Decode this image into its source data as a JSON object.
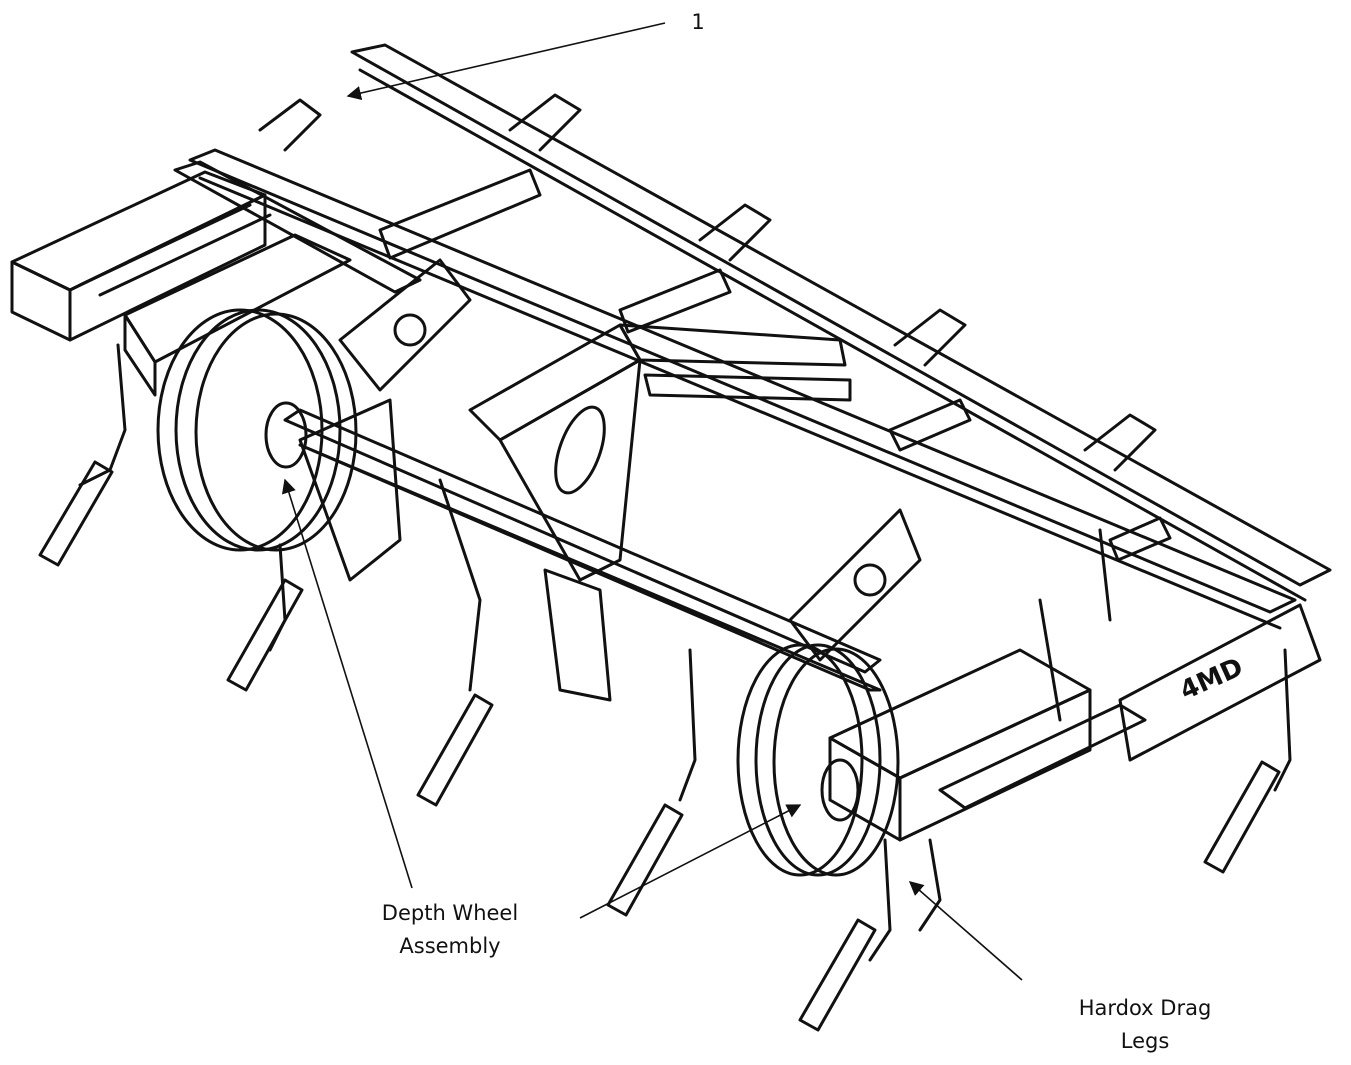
{
  "labels": {
    "callout_number": "1",
    "depth_wheel": {
      "line1": "Depth Wheel",
      "line2": "Assembly"
    },
    "hardox": {
      "line1": "Hardox Drag",
      "line2": "Legs"
    }
  },
  "icons": {
    "main_illustration": "subsoiler-frame-line-art",
    "frame_logo": "4md-logo"
  },
  "colors": {
    "ink": "#111111",
    "background": "#ffffff"
  }
}
